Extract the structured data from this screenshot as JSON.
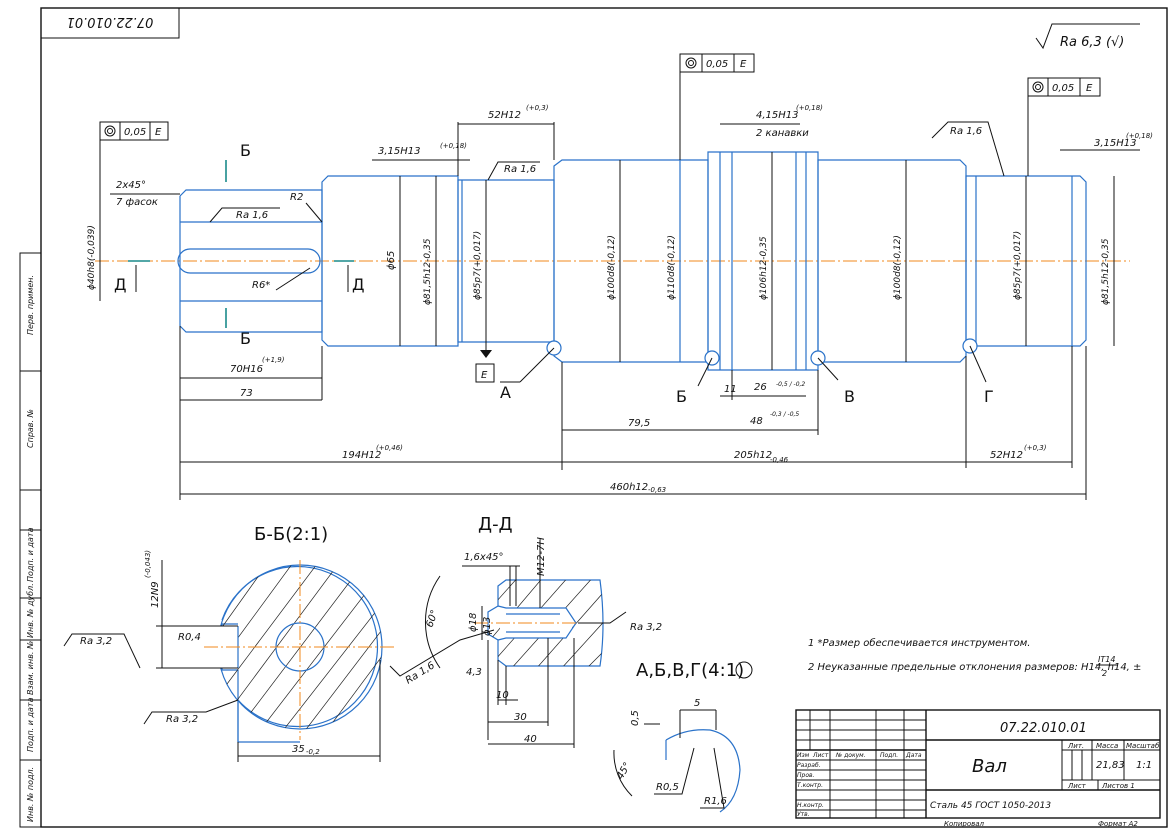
{
  "drawing": {
    "number_stamp": "07.22.010.01",
    "roughness_general": "Ra 6,3 (√)",
    "part_name": "Вал",
    "material": "Сталь 45  ГОСТ 1050-2013",
    "designation": "07.22.010.01"
  },
  "tolerance_frames": {
    "left": {
      "value": "0,05",
      "datum": "E"
    },
    "mid": {
      "value": "0,05",
      "datum": "E"
    },
    "right": {
      "value": "0,05",
      "datum": "E"
    }
  },
  "labels": {
    "chamfer": "2x45°",
    "chamfer_count": "7 фасок",
    "ra16_a": "Ra 1,6",
    "ra16_b": "Ra 1,6",
    "ra16_c": "Ra 1,6",
    "r2": "R2",
    "groove_a": "3,15H13",
    "groove_a_tol": "(+0,18)",
    "len52": "52H12",
    "len52_tol": "(+0,3)",
    "groove_b": "4,15H13",
    "groove_b_tol": "(+0,18)",
    "groove_b_note": "2 канавки",
    "groove_c": "3,15H13",
    "groove_c_tol": "(+0,18)",
    "d40": "ϕ40h8(-0,039)",
    "d65": "ϕ65",
    "d815a": "ϕ81,5h12-0,35",
    "d85a": "ϕ85p7(+0,017)",
    "d100a": "ϕ100d8(-0,12)",
    "d110": "ϕ110d8(-0,12)",
    "d106": "ϕ106h12-0,35",
    "d100b": "ϕ100d8(-0,12)",
    "d85b": "ϕ85p7(+0,017)",
    "d815b": "ϕ81,5h12-0,35",
    "r6": "R6*",
    "len70": "70H16",
    "len70_tol": "(+1,9)",
    "len73": "73",
    "len11": "11",
    "len26": "26",
    "len26_tol": "-0,5 / -0,2",
    "len795": "79,5",
    "len48": "48",
    "len48_tol": "-0,3 / -0,5",
    "len194": "194H12",
    "len194_tol": "(+0,46)",
    "len205": "205h12",
    "len205_tol": "-0,46",
    "len52b": "52H12",
    "len52b_tol": "(+0,3)",
    "len460": "460h12",
    "len460_tol": "-0,63",
    "datum_e": "E",
    "view_a": "А",
    "view_b": "Б",
    "view_v": "В",
    "view_g": "Г",
    "cut_b_top": "Б",
    "cut_b_bot": "Б",
    "cut_d_left": "Д",
    "cut_d_right": "Д"
  },
  "section_bb": {
    "title": "Б-Б(2:1)",
    "keyway": "12N9",
    "keyway_tol": "(-0,043)",
    "r04": "R0,4",
    "ra32_a": "Ra 3,2",
    "ra32_b": "Ra 3,2",
    "width": "35",
    "width_tol": "-0,2"
  },
  "section_dd": {
    "title": "Д-Д",
    "chamfer": "1,6x45°",
    "thread": "M12-7H",
    "angle": "60°",
    "d18": "ϕ18",
    "d13": "ϕ13",
    "ra16": "Ra 1,6",
    "ra32": "Ra 3,2",
    "l43": "4,3",
    "l10": "10",
    "l30": "30",
    "l40": "40"
  },
  "detail": {
    "title": "А,Б,В,Г(4:1)",
    "l05": "0,5",
    "l5": "5",
    "angle": "45°",
    "r05": "R0,5",
    "r16": "R1,6"
  },
  "notes": {
    "n1": "1  *Размер обеспечивается инструментом.",
    "n2": "2  Неуказанные предельные отклонения размеров: H14, h14, ±",
    "n2_frac_top": "IT14",
    "n2_frac_bot": "2"
  },
  "title_block": {
    "col_izm": "Изм",
    "col_list": "Лист",
    "col_doc": "№ докум.",
    "col_sign": "Подп.",
    "col_date": "Дата",
    "row_razrab": "Разраб.",
    "row_prov": "Пров.",
    "row_tkontr": "Т.контр.",
    "row_nkontr": "Н.контр.",
    "row_utv": "Утв.",
    "hdr_lit": "Лит.",
    "hdr_mass": "Масса",
    "hdr_scale": "Масштаб",
    "mass": "21,83",
    "scale": "1:1",
    "sheet": "Лист",
    "sheets": "Листов   1",
    "copied": "Копировал",
    "format": "Формат   А2"
  },
  "side_stamps": [
    "Перв. примен.",
    "Справ. №",
    "Подп. и дата",
    "Инв. № дубл.",
    "Взам. инв. №",
    "Подп. и дата",
    "Инв. № подл."
  ]
}
